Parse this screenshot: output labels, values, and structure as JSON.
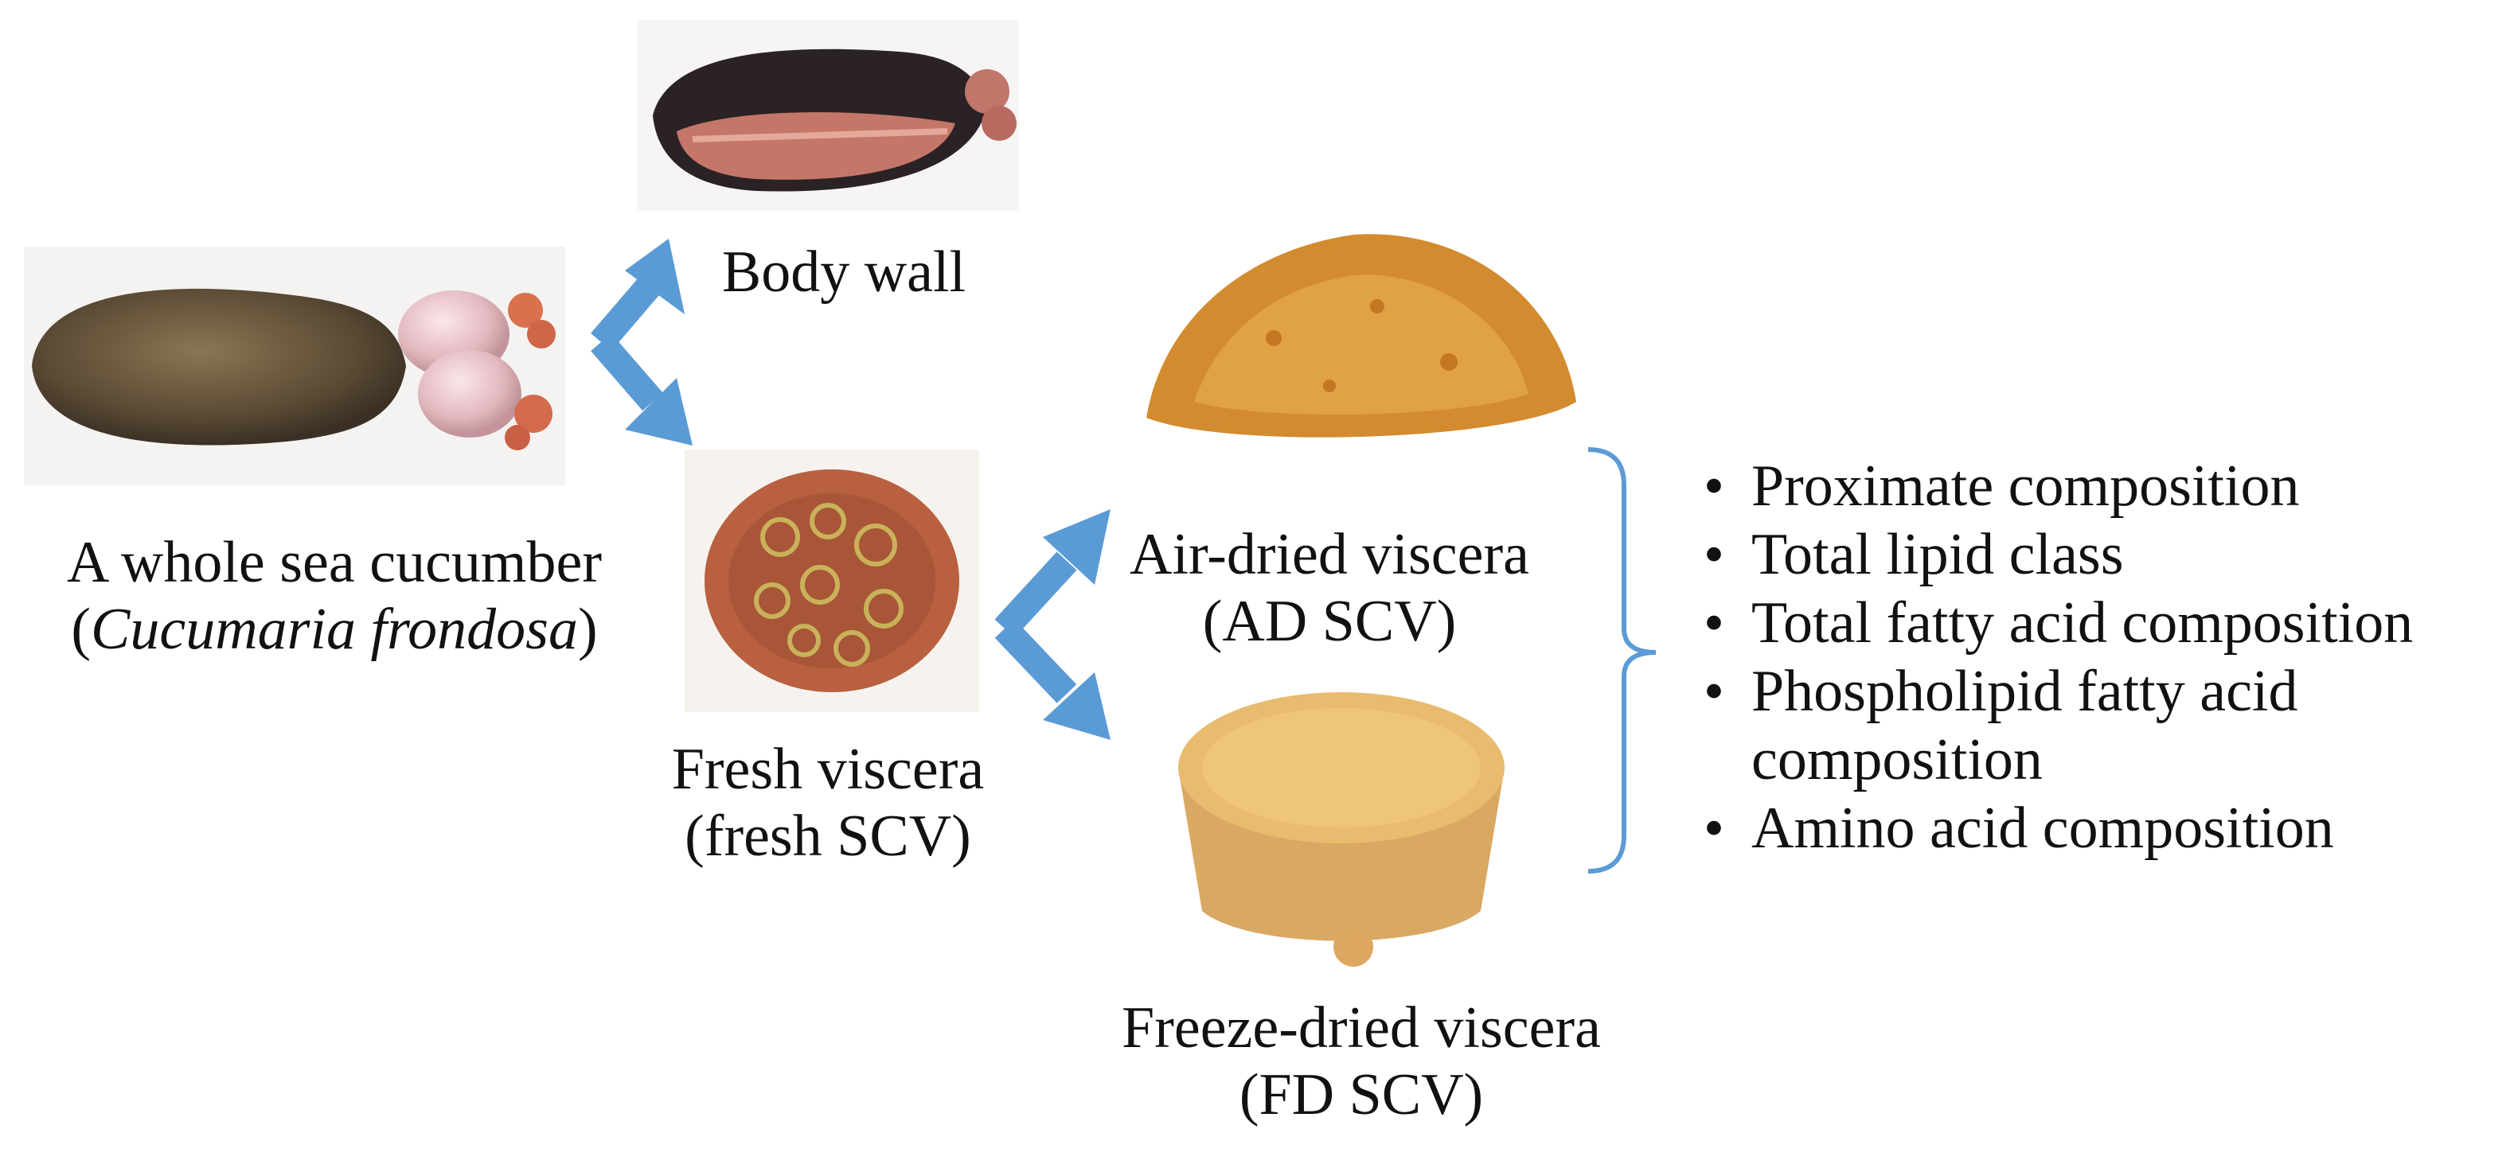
{
  "diagram": {
    "whole": {
      "line1": "A whole sea cucumber",
      "open_paren": "(",
      "species": "Cucumaria frondosa",
      "close_paren": ")"
    },
    "body_wall": "Body wall",
    "fresh": {
      "line1": "Fresh viscera",
      "line2": "(fresh SCV)"
    },
    "air_dried": {
      "line1": "Air-dried viscera",
      "line2": "(AD SCV)"
    },
    "freeze_dried": {
      "line1": "Freeze-dried viscera",
      "line2": "(FD SCV)"
    },
    "analyses": [
      "Proximate composition",
      "Total lipid class",
      "Total fatty acid composition",
      "Phospholipid fatty acid composition",
      "Amino acid composition"
    ],
    "colors": {
      "arrow": "#5b9bd5",
      "bracket": "#5b9bd5"
    }
  }
}
